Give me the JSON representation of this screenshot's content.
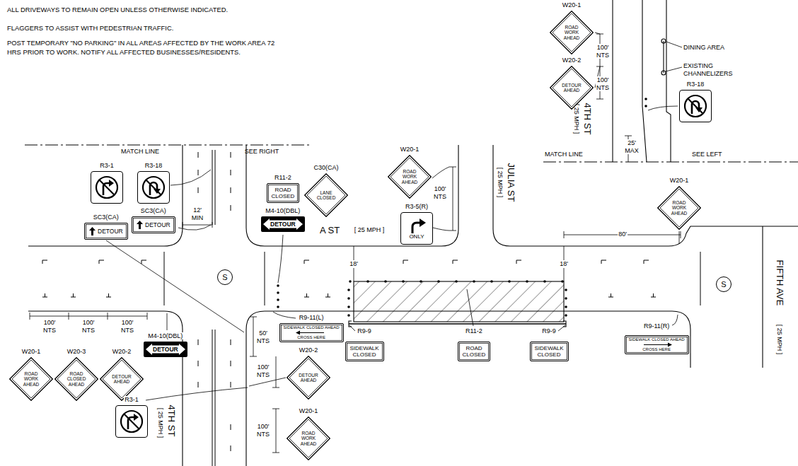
{
  "diagram": {
    "nodes": [
      {
        "text": [
          "W20-1",
          "ROAD WORK AHEAD"
        ]
      },
      {
        "text": [
          "W20-2",
          "DETOUR AHEAD"
        ]
      },
      {
        "text": [
          "R3-18"
        ]
      },
      {
        "text": [
          "R3-1"
        ]
      },
      {
        "text": [
          "R3-18"
        ]
      },
      {
        "text": [
          "SC3(CA)",
          "DETOUR"
        ]
      },
      {
        "text": [
          "SC3(CA)",
          "DETOUR"
        ]
      },
      {
        "text": [
          "R11-2",
          "ROAD CLOSED"
        ]
      },
      {
        "text": [
          "C30(CA)",
          "LANE CLOSED"
        ]
      },
      {
        "text": [
          "M4-10(DBL)",
          "DETOUR"
        ]
      },
      {
        "text": [
          "W20-1",
          "ROAD WORK AHEAD"
        ]
      },
      {
        "text": [
          "R3-5(R)",
          "ONLY"
        ]
      },
      {
        "text": [
          "W20-1",
          "ROAD WORK AHEAD"
        ]
      },
      {
        "text": [
          "R9-11(L)",
          "SIDEWALK CLOSED AHEAD",
          "CROSS HERE"
        ]
      },
      {
        "text": [
          "R9-9",
          "SIDEWALK CLOSED"
        ]
      },
      {
        "text": [
          "R11-2",
          "ROAD CLOSED"
        ]
      },
      {
        "text": [
          "R9-9",
          "SIDEWALK CLOSED"
        ]
      },
      {
        "text": [
          "R9-11(R)",
          "SIDEWALK CLOSED AHEAD",
          "CROSS HERE"
        ]
      },
      {
        "text": [
          "W20-1",
          "ROAD WORK AHEAD"
        ]
      },
      {
        "text": [
          "W20-3",
          "ROAD CLOSED AHEAD"
        ]
      },
      {
        "text": [
          "W20-2",
          "DETOUR AHEAD"
        ]
      },
      {
        "text": [
          "M4-10(DBL)",
          "DETOUR"
        ]
      },
      {
        "text": [
          "W20-2",
          "DETOUR AHEAD"
        ]
      },
      {
        "text": [
          "W20-1",
          "ROAD WORK AHEAD"
        ]
      },
      {
        "text": [
          "R3-1"
        ]
      },
      {
        "text": [
          "S"
        ]
      },
      {
        "text": [
          "S"
        ]
      }
    ],
    "labels": [
      "ALL DRIVEWAYS TO REMAIN OPEN UNLESS OTHERWISE INDICATED.",
      "FLAGGERS TO ASSIST WITH PEDESTRIAN TRAFFIC.",
      "POST TEMPORARY \"NO PARKING\" IN ALL AREAS AFFECTED BY THE WORK AREA 72 HRS PRIOR TO WORK. NOTIFY ALL AFFECTED BUSINESSES/RESIDENTS.",
      "100' NTS",
      "100' NTS",
      "DINING AREA",
      "EXISTING CHANNELIZERS",
      "4TH ST",
      "[ 25 MPH ]",
      "25' MAX",
      "MATCH LINE",
      "SEE LEFT",
      "MATCH LINE",
      "SEE RIGHT",
      "12' MIN",
      "A ST",
      "[ 25 MPH ]",
      "JULIA ST",
      "[ 25 MPH ]",
      "100' NTS",
      "80'",
      "18'",
      "18'",
      "FIFTH AVE",
      "[ 25 MPH ]",
      "100' NTS",
      "100' NTS",
      "100' NTS",
      "50' NTS",
      "100' NTS",
      "100' NTS",
      "4TH ST",
      "[ 25 MPH ]"
    ]
  }
}
